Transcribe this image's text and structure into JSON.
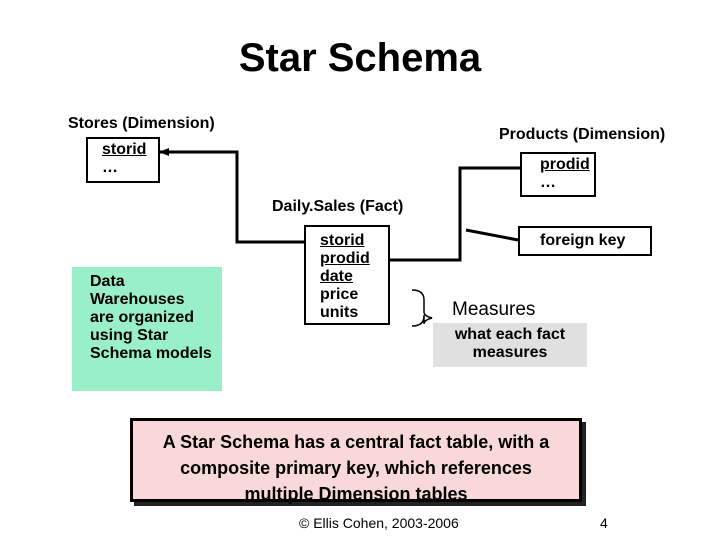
{
  "title": "Star Schema",
  "stores": {
    "label": "Stores (Dimension)",
    "key": "storid",
    "more": "…"
  },
  "products": {
    "label": "Products (Dimension)",
    "key": "prodid",
    "more": "…"
  },
  "fact": {
    "label": "Daily.Sales (Fact)",
    "fields": [
      "storid",
      "prodid",
      "date",
      "price",
      "units"
    ]
  },
  "notes": {
    "foreign_key": "foreign key",
    "measures": "Measures",
    "measures_desc": "what each fact measures",
    "warehouses": "Data Warehouses are organized using Star Schema models",
    "summary": "A Star Schema has a central fact table, with a composite primary key, which references multiple Dimension tables"
  },
  "footer": {
    "copyright": "© Ellis Cohen, 2003-2006",
    "page": "4"
  }
}
